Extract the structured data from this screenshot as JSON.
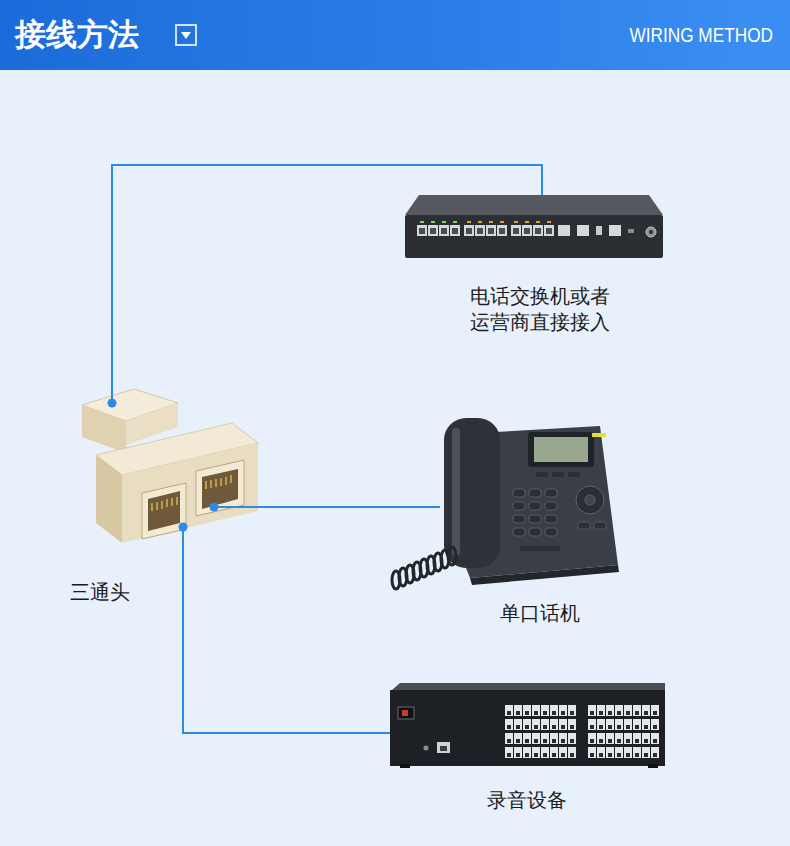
{
  "diagram": {
    "title": "接线方法",
    "nodes": [
      {
        "text": [
          "电话交换机或者运营商直接接入"
        ]
      },
      {
        "text": [
          "三通头"
        ]
      },
      {
        "text": [
          "单口话机"
        ]
      },
      {
        "text": [
          "录音设备"
        ]
      }
    ],
    "edges": [
      {
        "from": 1,
        "to": 0,
        "arrow": "none"
      },
      {
        "from": 1,
        "to": 2,
        "arrow": "none"
      },
      {
        "from": 1,
        "to": 3,
        "arrow": "none"
      }
    ],
    "labels": [
      "WIRING METHOD"
    ]
  }
}
